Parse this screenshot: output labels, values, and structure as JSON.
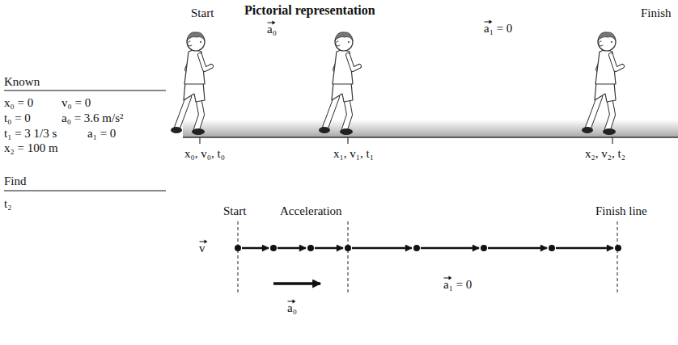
{
  "diagram": {
    "title": "Pictorial representation",
    "labels": [
      "Known",
      "x₀ = 0",
      "v₀ = 0",
      "t₀ = 0",
      "a₀ = 3.6 m/s²",
      "t₁ = 3 1/3 s",
      "a₁ = 0",
      "x₂ = 100 m",
      "Find",
      "t₂",
      "Start",
      "a₀",
      "a₁ = 0",
      "Finish",
      "x₀, v₀, t₀",
      "x₁, v₁, t₁",
      "x₂, v₂, t₂",
      "Start",
      "Acceleration",
      "Finish line",
      "v",
      "a₁ = 0",
      "a₀"
    ]
  }
}
